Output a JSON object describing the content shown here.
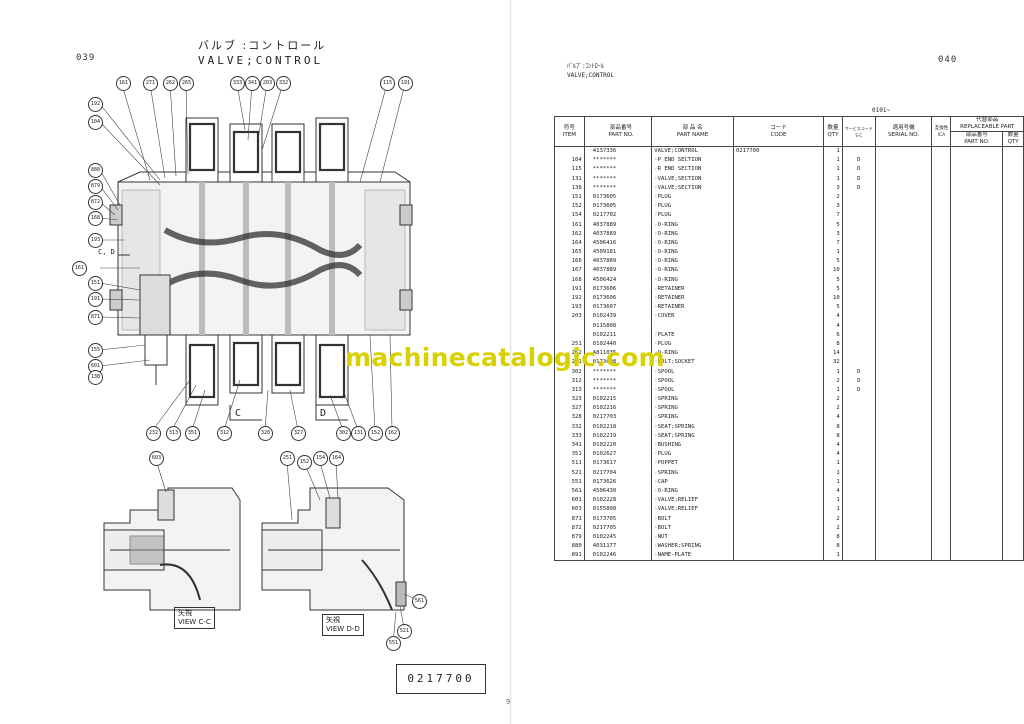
{
  "left": {
    "page_number": "039",
    "title_jp": "バルブ :コントロール",
    "title_en": "VALVE;CONTROL",
    "callouts_top": [
      "161",
      "271",
      "262",
      "265",
      "333",
      "341",
      "203",
      "332",
      "115",
      "191"
    ],
    "callouts_left": [
      "192",
      "104",
      "880",
      "879",
      "872",
      "168",
      "193",
      "161",
      "151",
      "191",
      "871",
      "155",
      "601",
      "138"
    ],
    "callouts_bottom": [
      "232",
      "313",
      "351",
      "312",
      "328",
      "327",
      "302",
      "131",
      "152",
      "162"
    ],
    "section_c": "C",
    "section_d": "D",
    "cc_label": "C, D",
    "detail_left_callouts": [
      "603"
    ],
    "detail_right_callouts": [
      "251",
      "152",
      "154",
      "164",
      "561",
      "521",
      "551"
    ],
    "view_cc": {
      "jp": "矢視",
      "en": "VIEW",
      "suffix": "C-C"
    },
    "view_dd": {
      "jp": "矢視",
      "en": "VIEW",
      "suffix": "D-D"
    },
    "code_box": "0217700",
    "corner_mark": "9"
  },
  "right": {
    "page_number": "040",
    "header_jp": "ﾊﾞﾙﾌﾞ:ｺﾝﾄﾛｰﾙ",
    "header_en": "VALVE;CONTROL",
    "range": "0101~",
    "columns": {
      "item_jp": "符号",
      "item_en": "ITEM",
      "part_jp": "部品番号",
      "part_en": "PART NO.",
      "name_jp": "部 品 名",
      "name_en": "PART NAME",
      "code_jp": "コード",
      "code_en": "CODE",
      "qty_jp": "数量",
      "qty_en": "QTY",
      "sc_jp": "サービスコード",
      "sc_en": "S-C",
      "serial_jp": "適用号機",
      "serial_en": "SERIAL NO.",
      "ica_jp": "互換性",
      "ica_en": "ICA",
      "repl_jp": "代替部品",
      "repl_en": "REPLACEABLE PART",
      "rpart_jp": "部品番号",
      "rpart_en": "PART NO.",
      "rqty_jp": "数量",
      "rqty_en": "QTY"
    },
    "rows": [
      {
        "item": "",
        "part": "4137336",
        "name": "VALVE;CONTROL",
        "code": "0217700",
        "qty": "1",
        "sc": ""
      },
      {
        "item": "104",
        "part": "*******",
        "name": "·P END SECTION",
        "code": "",
        "qty": "1",
        "sc": "D"
      },
      {
        "item": "115",
        "part": "*******",
        "name": "·R END SECTION",
        "code": "",
        "qty": "1",
        "sc": "D"
      },
      {
        "item": "131",
        "part": "*******",
        "name": "·VALVE;SECTION",
        "code": "",
        "qty": "1",
        "sc": "D"
      },
      {
        "item": "138",
        "part": "*******",
        "name": "·VALVE;SECTION",
        "code": "",
        "qty": "3",
        "sc": "D"
      },
      {
        "item": "151",
        "part": "0173605",
        "name": "·PLUG",
        "code": "",
        "qty": "2",
        "sc": ""
      },
      {
        "item": "152",
        "part": "0173605",
        "name": "·PLUG",
        "code": "",
        "qty": "3",
        "sc": ""
      },
      {
        "item": "154",
        "part": "0217702",
        "name": "·PLUG",
        "code": "",
        "qty": "7",
        "sc": ""
      },
      {
        "item": "161",
        "part": "4037889",
        "name": "·O-RING",
        "code": "",
        "qty": "5",
        "sc": ""
      },
      {
        "item": "162",
        "part": "4037889",
        "name": "·O-RING",
        "code": "",
        "qty": "3",
        "sc": ""
      },
      {
        "item": "164",
        "part": "4506416",
        "name": "·O-RING",
        "code": "",
        "qty": "7",
        "sc": ""
      },
      {
        "item": "165",
        "part": "4509181",
        "name": "·O-RING",
        "code": "",
        "qty": "1",
        "sc": ""
      },
      {
        "item": "166",
        "part": "4037889",
        "name": "·O-RING",
        "code": "",
        "qty": "5",
        "sc": ""
      },
      {
        "item": "167",
        "part": "4037889",
        "name": "·O-RING",
        "code": "",
        "qty": "10",
        "sc": ""
      },
      {
        "item": "168",
        "part": "4506424",
        "name": "·O-RING",
        "code": "",
        "qty": "5",
        "sc": ""
      },
      {
        "item": "191",
        "part": "0173606",
        "name": "·RETAINER",
        "code": "",
        "qty": "5",
        "sc": ""
      },
      {
        "item": "192",
        "part": "0173606",
        "name": "·RETAINER",
        "code": "",
        "qty": "10",
        "sc": ""
      },
      {
        "item": "193",
        "part": "0173607",
        "name": "·RETAINER",
        "code": "",
        "qty": "5",
        "sc": ""
      },
      {
        "item": "203",
        "part": "0102439",
        "name": "·COVER",
        "code": "",
        "qty": "4",
        "sc": ""
      },
      {
        "item": "",
        "part": "0115808",
        "name": "",
        "code": "",
        "qty": "4",
        "sc": ""
      },
      {
        "item": "",
        "part": "0102211",
        "name": "·PLATE",
        "code": "",
        "qty": "6",
        "sc": ""
      },
      {
        "item": "251",
        "part": "0102440",
        "name": "·PLUG",
        "code": "",
        "qty": "8",
        "sc": ""
      },
      {
        "item": "262",
        "part": "A811035",
        "name": "·O-RING",
        "code": "",
        "qty": "14",
        "sc": ""
      },
      {
        "item": "271",
        "part": "0173608",
        "name": "·BOLT;SOCKET",
        "code": "",
        "qty": "32",
        "sc": ""
      },
      {
        "item": "302",
        "part": "*******",
        "name": "·SPOOL",
        "code": "",
        "qty": "1",
        "sc": "D"
      },
      {
        "item": "312",
        "part": "*******",
        "name": "·SPOOL",
        "code": "",
        "qty": "2",
        "sc": "D"
      },
      {
        "item": "313",
        "part": "*******",
        "name": "·SPOOL",
        "code": "",
        "qty": "1",
        "sc": "D"
      },
      {
        "item": "323",
        "part": "0102215",
        "name": "·SPRING",
        "code": "",
        "qty": "2",
        "sc": ""
      },
      {
        "item": "327",
        "part": "0102216",
        "name": "·SPRING",
        "code": "",
        "qty": "2",
        "sc": ""
      },
      {
        "item": "328",
        "part": "0217703",
        "name": "·SPRING",
        "code": "",
        "qty": "4",
        "sc": ""
      },
      {
        "item": "332",
        "part": "0102218",
        "name": "·SEAT;SPRING",
        "code": "",
        "qty": "8",
        "sc": ""
      },
      {
        "item": "333",
        "part": "0102219",
        "name": "·SEAT;SPRING",
        "code": "",
        "qty": "8",
        "sc": ""
      },
      {
        "item": "341",
        "part": "0102220",
        "name": "·BUSHING",
        "code": "",
        "qty": "4",
        "sc": ""
      },
      {
        "item": "351",
        "part": "0102627",
        "name": "·PLUG",
        "code": "",
        "qty": "4",
        "sc": ""
      },
      {
        "item": "511",
        "part": "0173617",
        "name": "·POPPET",
        "code": "",
        "qty": "1",
        "sc": ""
      },
      {
        "item": "521",
        "part": "0217704",
        "name": "·SPRING",
        "code": "",
        "qty": "1",
        "sc": ""
      },
      {
        "item": "551",
        "part": "0173626",
        "name": "·CAP",
        "code": "",
        "qty": "1",
        "sc": ""
      },
      {
        "item": "561",
        "part": "4506430",
        "name": "·O-RING",
        "code": "",
        "qty": "4",
        "sc": ""
      },
      {
        "item": "601",
        "part": "0102228",
        "name": "·VALVE;RELIEF",
        "code": "",
        "qty": "1",
        "sc": ""
      },
      {
        "item": "603",
        "part": "0155808",
        "name": "·VALVE;RELIEF",
        "code": "",
        "qty": "1",
        "sc": ""
      },
      {
        "item": "871",
        "part": "0173705",
        "name": "·BOLT",
        "code": "",
        "qty": "2",
        "sc": ""
      },
      {
        "item": "872",
        "part": "0217705",
        "name": "·BOLT",
        "code": "",
        "qty": "2",
        "sc": ""
      },
      {
        "item": "879",
        "part": "0102245",
        "name": "·NUT",
        "code": "",
        "qty": "8",
        "sc": ""
      },
      {
        "item": "880",
        "part": "4031177",
        "name": "·WASHER;SPRING",
        "code": "",
        "qty": "8",
        "sc": ""
      },
      {
        "item": "891",
        "part": "0102246",
        "name": "·NAME-PLATE",
        "code": "",
        "qty": "1",
        "sc": ""
      }
    ]
  },
  "watermark": "machinecatalogic.com"
}
